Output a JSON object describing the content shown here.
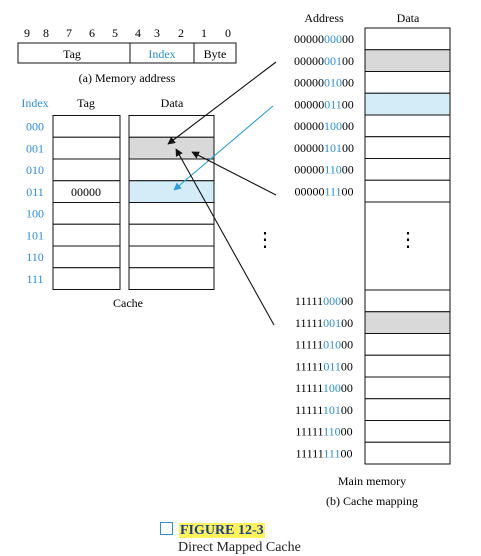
{
  "address_format": {
    "bit_numbers": [
      "9",
      "8",
      "7",
      "6",
      "5",
      "4",
      "3",
      "2",
      "1",
      "0"
    ],
    "fields": [
      {
        "label": "Tag",
        "highlight": false
      },
      {
        "label": "Index",
        "highlight": true
      },
      {
        "label": "Byte",
        "highlight": false
      }
    ],
    "caption": "(a) Memory address"
  },
  "cache": {
    "col_index": "Index",
    "col_tag": "Tag",
    "col_data": "Data",
    "rows": [
      {
        "index": "000",
        "tag": "",
        "fill": "none"
      },
      {
        "index": "001",
        "tag": "",
        "fill": "gray"
      },
      {
        "index": "010",
        "tag": "",
        "fill": "none"
      },
      {
        "index": "011",
        "tag": "00000",
        "fill": "blue"
      },
      {
        "index": "100",
        "tag": "",
        "fill": "none"
      },
      {
        "index": "101",
        "tag": "",
        "fill": "none"
      },
      {
        "index": "110",
        "tag": "",
        "fill": "none"
      },
      {
        "index": "111",
        "tag": "",
        "fill": "none"
      }
    ],
    "caption": "Cache"
  },
  "ellipsis": "⋮",
  "main_memory": {
    "col_address": "Address",
    "col_data": "Data",
    "top_rows": [
      {
        "prefix": "00000",
        "index": "000",
        "suffix": "00",
        "fill": "none"
      },
      {
        "prefix": "00000",
        "index": "001",
        "suffix": "00",
        "fill": "gray"
      },
      {
        "prefix": "00000",
        "index": "010",
        "suffix": "00",
        "fill": "none"
      },
      {
        "prefix": "00000",
        "index": "011",
        "suffix": "00",
        "fill": "blue"
      },
      {
        "prefix": "00000",
        "index": "100",
        "suffix": "00",
        "fill": "none"
      },
      {
        "prefix": "00000",
        "index": "101",
        "suffix": "00",
        "fill": "none"
      },
      {
        "prefix": "00000",
        "index": "110",
        "suffix": "00",
        "fill": "none"
      },
      {
        "prefix": "00000",
        "index": "111",
        "suffix": "00",
        "fill": "none"
      }
    ],
    "bottom_rows": [
      {
        "prefix": "11111",
        "index": "000",
        "suffix": "00",
        "fill": "none"
      },
      {
        "prefix": "11111",
        "index": "001",
        "suffix": "00",
        "fill": "gray"
      },
      {
        "prefix": "11111",
        "index": "010",
        "suffix": "00",
        "fill": "none"
      },
      {
        "prefix": "11111",
        "index": "011",
        "suffix": "00",
        "fill": "none"
      },
      {
        "prefix": "11111",
        "index": "100",
        "suffix": "00",
        "fill": "none"
      },
      {
        "prefix": "11111",
        "index": "101",
        "suffix": "00",
        "fill": "none"
      },
      {
        "prefix": "11111",
        "index": "110",
        "suffix": "00",
        "fill": "none"
      },
      {
        "prefix": "11111",
        "index": "111",
        "suffix": "00",
        "fill": "none"
      }
    ],
    "caption": "Main memory",
    "sub_caption": "(b) Cache mapping"
  },
  "figure": {
    "number": "FIGURE 12-3",
    "title": "Direct Mapped Cache"
  },
  "colors": {
    "accent_text": "#2a8fd4",
    "highlight_gray": "#d9d9d9",
    "highlight_blue": "#d3ecf8",
    "line": "#111111",
    "blue_arrow": "#2a9fd8",
    "figure_label": "#1a3d8f",
    "figure_highlight": "#fff35c"
  }
}
